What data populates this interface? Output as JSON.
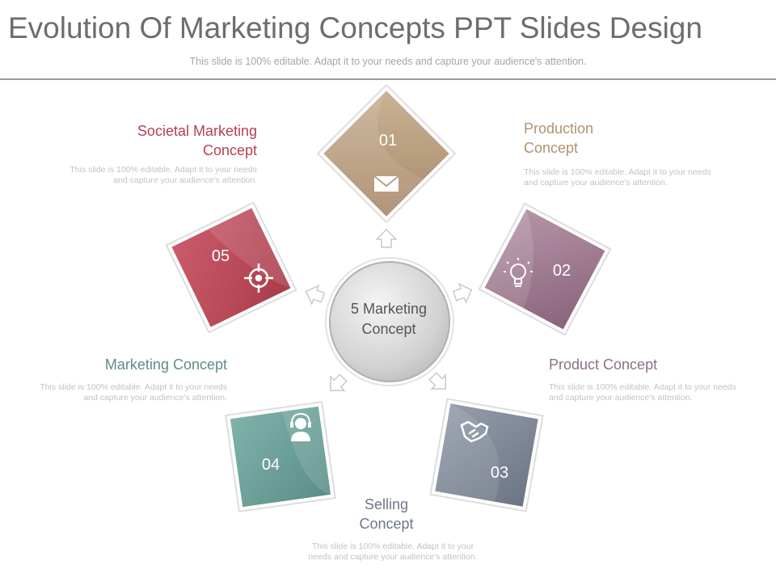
{
  "title": "Evolution Of Marketing Concepts PPT Slides Design",
  "subtitle": "This slide is 100% editable. Adapt it to your needs and capture your audience's attention.",
  "center": {
    "label": "5 Marketing Concept"
  },
  "colors": {
    "tan": "#bea689",
    "mauve": "#9c7389",
    "slate": "#7f8896",
    "teal": "#66a098",
    "red": "#c04f60",
    "center_gray": "#d6d6d6"
  },
  "concepts": [
    {
      "number": "01",
      "heading": "Production Concept",
      "description": "This slide is 100% editable. Adapt it to your needs and capture your audience's attention.",
      "icon": "envelope-icon",
      "color": "#b19270"
    },
    {
      "number": "02",
      "heading": "Product Concept",
      "description": "This slide is 100% editable. Adapt it to your needs and capture your audience's attention.",
      "icon": "lightbulb-icon",
      "color": "#8f6f86"
    },
    {
      "number": "03",
      "heading": "Selling Concept",
      "description": "This slide is 100% editable. Adapt it to your needs and capture your audience's attention.",
      "icon": "handshake-icon",
      "color": "#6e7788"
    },
    {
      "number": "04",
      "heading": "Marketing Concept",
      "description": "This slide is 100% editable. Adapt it to your needs and capture your audience's attention.",
      "icon": "headset-person-icon",
      "color": "#5f8c88"
    },
    {
      "number": "05",
      "heading": "Societal Marketing Concept",
      "description": "This slide is 100% editable. Adapt it to your needs and capture your audience's attention.",
      "icon": "target-icon",
      "color": "#b5404f"
    }
  ]
}
